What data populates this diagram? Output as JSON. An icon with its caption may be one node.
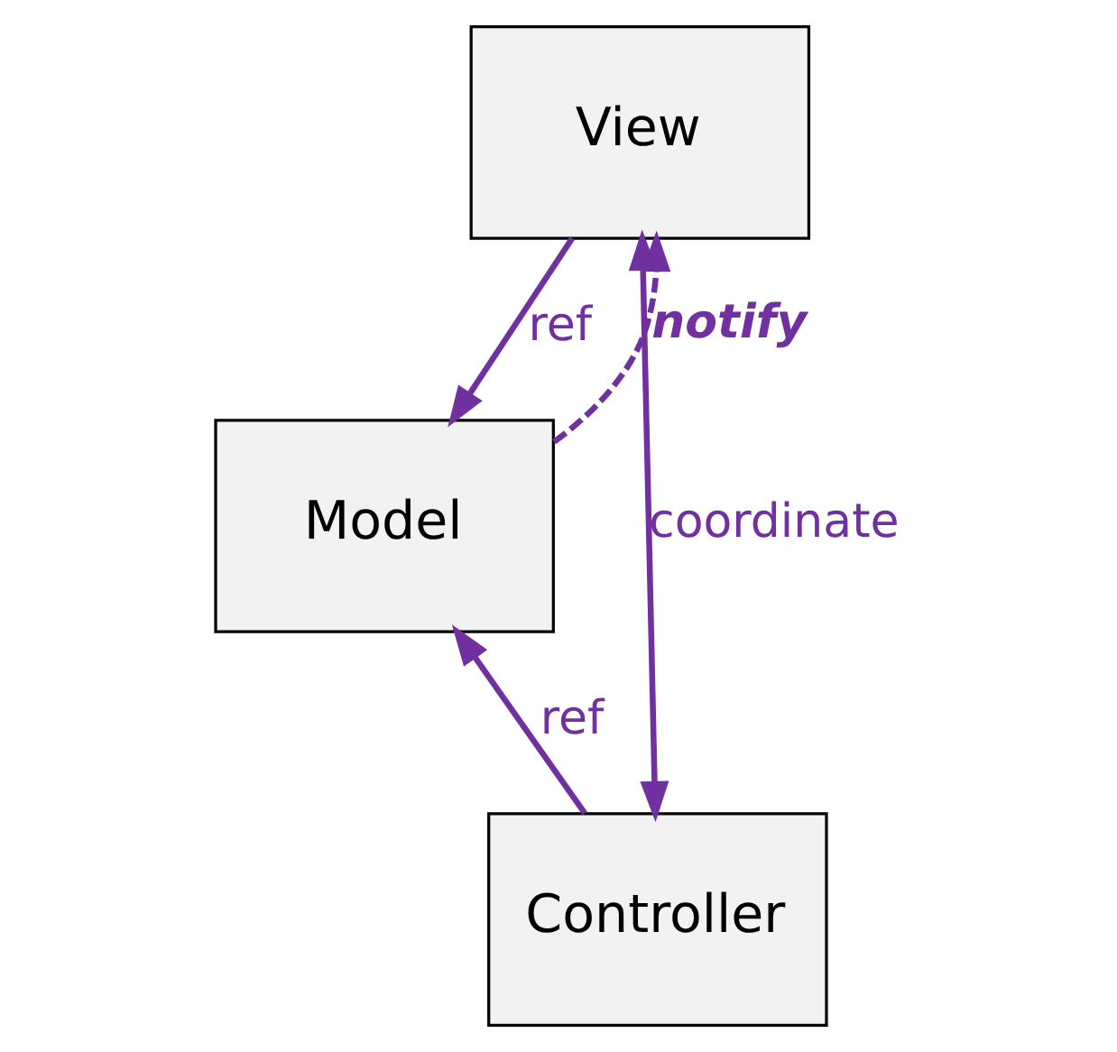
{
  "diagram": {
    "nodes": [
      {
        "text": [
          "View"
        ]
      },
      {
        "text": [
          "Model"
        ]
      },
      {
        "text": [
          "Controller"
        ]
      }
    ],
    "edges": [
      {
        "from": 0,
        "to": 1,
        "arrow": "to",
        "label": "ref"
      },
      {
        "from": 2,
        "to": 1,
        "arrow": "to",
        "label": "ref"
      },
      {
        "from": 1,
        "to": 0,
        "arrow": "to",
        "label": "notify",
        "style": "dashed"
      },
      {
        "from": 0,
        "to": 2,
        "arrow": "both",
        "label": "coordinate"
      }
    ]
  }
}
